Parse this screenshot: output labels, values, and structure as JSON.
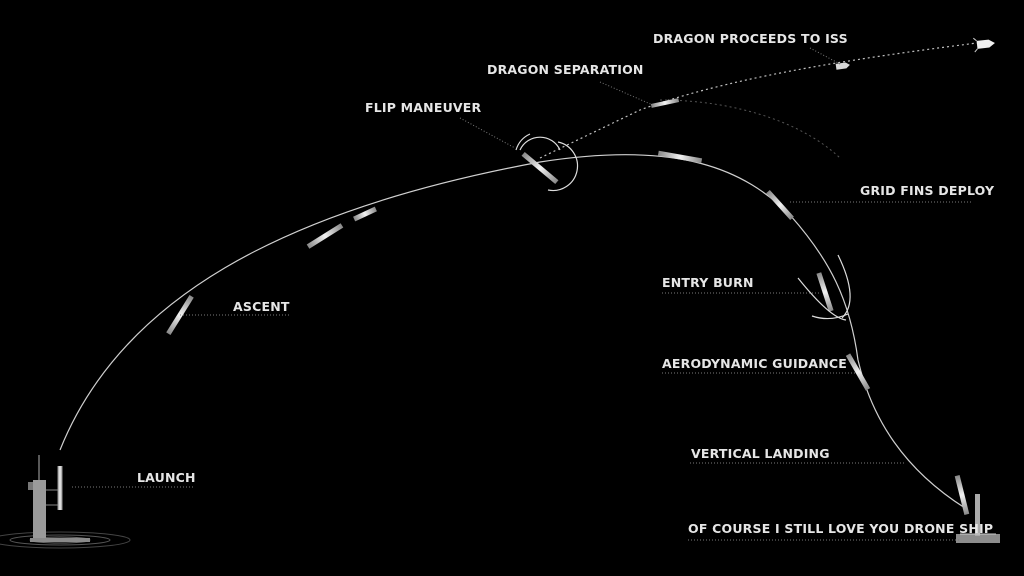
{
  "labels": {
    "launch": "LAUNCH",
    "ascent": "ASCENT",
    "flip_maneuver": "FLIP MANEUVER",
    "dragon_separation": "DRAGON SEPARATION",
    "dragon_proceeds": "DRAGON PROCEEDS TO ISS",
    "grid_fins_deploy": "GRID FINS DEPLOY",
    "entry_burn": "ENTRY BURN",
    "aerodynamic_guidance": "AERODYNAMIC GUIDANCE",
    "vertical_landing": "VERTICAL LANDING",
    "drone_ship": "OF COURSE I STILL LOVE YOU DRONE SHIP"
  },
  "colors": {
    "background": "#000000",
    "path": "#dcdcdc",
    "text": "#e6e6e6",
    "leader": "#7a7a7a"
  },
  "icons": [
    "launch-tower-icon",
    "rocket-icon",
    "dragon-capsule-icon",
    "drone-ship-icon"
  ]
}
